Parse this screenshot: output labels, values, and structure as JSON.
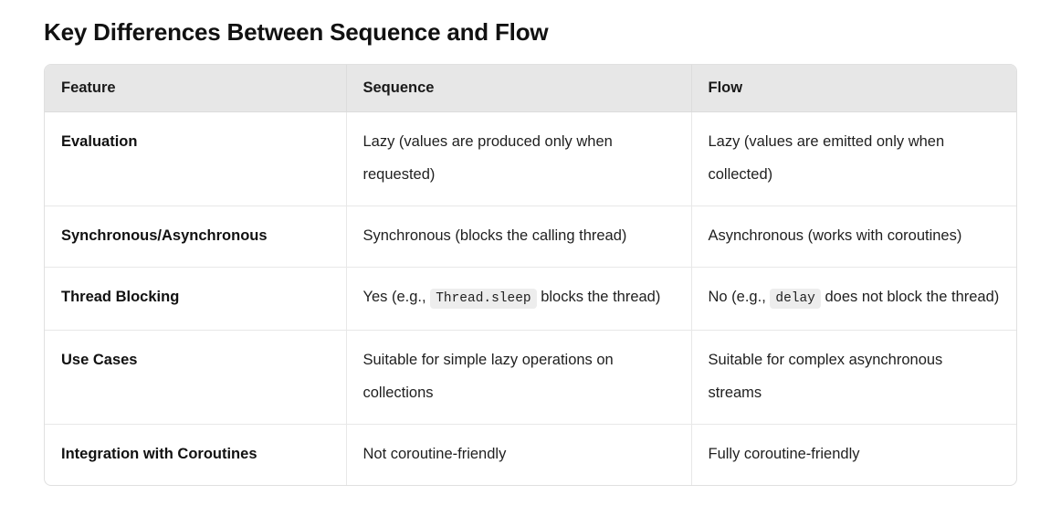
{
  "page": {
    "title": "Key Differences Between Sequence and Flow",
    "background_color": "#ffffff",
    "text_color": "#1a1a1a"
  },
  "table": {
    "header_background": "#e7e7e7",
    "border_color": "#e0e0e0",
    "code_background": "#ededed",
    "columns": [
      {
        "key": "feature",
        "label": "Feature"
      },
      {
        "key": "sequence",
        "label": "Sequence"
      },
      {
        "key": "flow",
        "label": "Flow"
      }
    ],
    "rows": [
      {
        "feature": "Evaluation",
        "sequence": {
          "pre": "Lazy (values are produced only when requested)",
          "code": "",
          "post": ""
        },
        "flow": {
          "pre": "Lazy (values are emitted only when collected)",
          "code": "",
          "post": ""
        }
      },
      {
        "feature": "Synchronous/Asynchronous",
        "sequence": {
          "pre": "Synchronous (blocks the calling thread)",
          "code": "",
          "post": ""
        },
        "flow": {
          "pre": "Asynchronous (works with coroutines)",
          "code": "",
          "post": ""
        }
      },
      {
        "feature": "Thread Blocking",
        "sequence": {
          "pre": "Yes (e.g., ",
          "code": "Thread.sleep",
          "post": " blocks the thread)"
        },
        "flow": {
          "pre": "No (e.g., ",
          "code": "delay",
          "post": " does not block the thread)"
        }
      },
      {
        "feature": "Use Cases",
        "sequence": {
          "pre": "Suitable for simple lazy operations on collections",
          "code": "",
          "post": ""
        },
        "flow": {
          "pre": "Suitable for complex asynchronous streams",
          "code": "",
          "post": ""
        }
      },
      {
        "feature": "Integration with Coroutines",
        "sequence": {
          "pre": "Not coroutine-friendly",
          "code": "",
          "post": ""
        },
        "flow": {
          "pre": "Fully coroutine-friendly",
          "code": "",
          "post": ""
        }
      }
    ]
  }
}
